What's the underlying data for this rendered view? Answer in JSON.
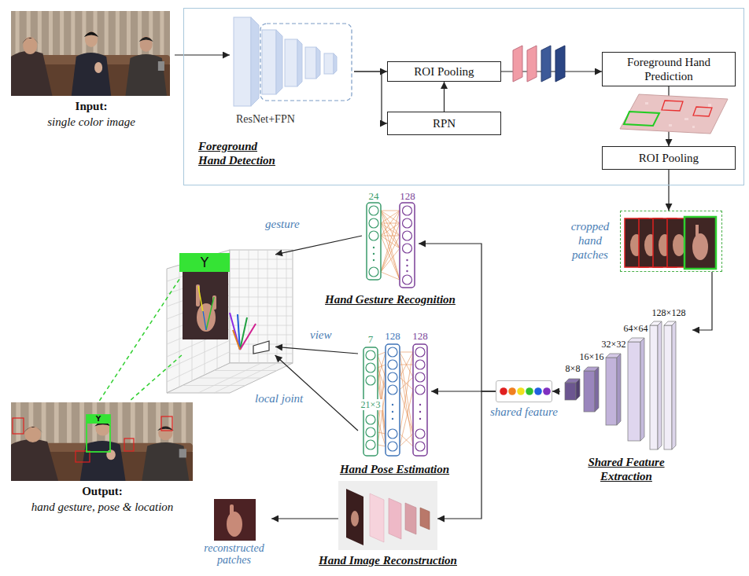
{
  "diagram": {
    "nodes": [
      {
        "text": [
          "Input:",
          "single color image"
        ]
      },
      {
        "text": [
          "Foreground Hand Detection"
        ]
      },
      {
        "text": [
          "ResNet+FPN"
        ],
        "in": 1
      },
      {
        "text": [
          "ROI Pooling"
        ],
        "in": 1
      },
      {
        "text": [
          "RPN"
        ],
        "in": 1
      },
      {
        "text": [
          "Foreground Hand Prediction"
        ],
        "in": 1
      },
      {
        "text": [
          "ROI Pooling"
        ],
        "in": 1
      },
      {
        "text": [
          "cropped hand patches"
        ]
      },
      {
        "text": [
          "24",
          "128",
          "Hand Gesture Recognition"
        ]
      },
      {
        "text": [
          "Y"
        ]
      },
      {
        "text": [
          "7",
          "21×3",
          "128",
          "128",
          "Hand Pose Estimation"
        ]
      },
      {
        "text": [
          "shared feature"
        ]
      },
      {
        "text": [
          "8×8",
          "16×16",
          "32×32",
          "64×64",
          "128×128",
          "Shared Feature Extraction"
        ]
      },
      {
        "text": [
          "Output:",
          "hand gesture, pose & location"
        ]
      },
      {
        "text": [
          "Hand Image Reconstruction"
        ]
      },
      {
        "text": [
          "reconstructed patches"
        ]
      }
    ],
    "edges": [
      {
        "from": 0,
        "to": 2,
        "arrow": "to"
      },
      {
        "from": 2,
        "to": 3,
        "arrow": "to"
      },
      {
        "from": 2,
        "to": 4,
        "arrow": "to"
      },
      {
        "from": 4,
        "to": 3,
        "arrow": "to"
      },
      {
        "from": 3,
        "to": 5,
        "arrow": "to"
      },
      {
        "from": 5,
        "to": 6,
        "arrow": "to"
      },
      {
        "from": 6,
        "to": 7,
        "arrow": "to"
      },
      {
        "from": 7,
        "to": 12,
        "arrow": "to"
      },
      {
        "from": 12,
        "to": 11,
        "arrow": "to"
      },
      {
        "from": 11,
        "to": 8,
        "arrow": "to"
      },
      {
        "from": 11,
        "to": 10,
        "arrow": "to"
      },
      {
        "from": 11,
        "to": 14,
        "arrow": "to"
      },
      {
        "from": 8,
        "to": 9,
        "label": "gesture",
        "arrow": "to"
      },
      {
        "from": 10,
        "to": 9,
        "label": "view",
        "arrow": "to"
      },
      {
        "from": 10,
        "to": 9,
        "label": "local joint",
        "arrow": "to"
      },
      {
        "from": 14,
        "to": 15,
        "arrow": "to"
      },
      {
        "from": 9,
        "to": 13,
        "arrow": "none"
      },
      {
        "from": 9,
        "to": 13,
        "arrow": "none"
      }
    ],
    "labels": [
      "Y"
    ]
  }
}
